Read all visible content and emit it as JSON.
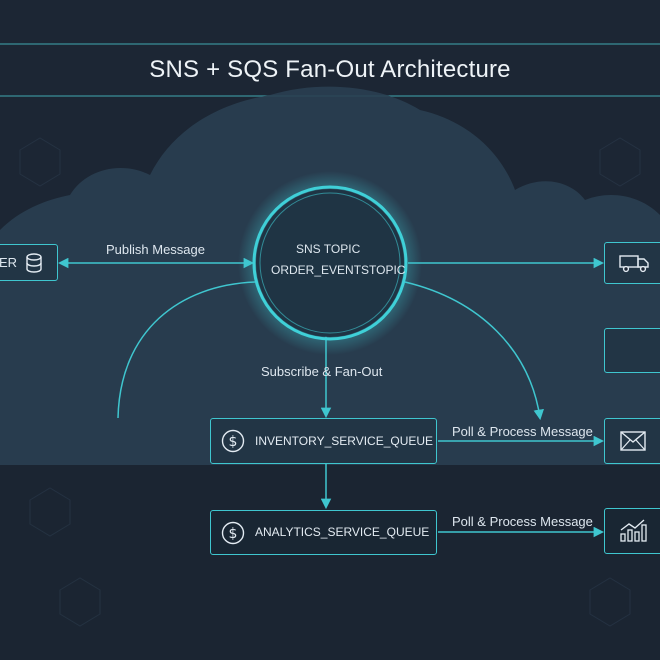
{
  "title": "SNS + SQS Fan-Out Architecture",
  "topic": {
    "line1": "SNS TOPIC",
    "line2": "ORDER_EVENTSTOPIC"
  },
  "publisher": {
    "label_fragment": "ER",
    "icon": "database-icon"
  },
  "edges": {
    "publish": "Publish Message",
    "subscribe": "Subscribe & Fan-Out",
    "poll_inventory": "Poll & Process Message",
    "poll_analytics": "Poll & Process Message"
  },
  "queues": [
    {
      "label": "INVENTORY_SERVICE_QUEUE",
      "icon": "dollar-icon"
    },
    {
      "label": "ANALYTICS_SERVICE_QUEUE",
      "icon": "dollar-icon"
    }
  ],
  "consumers": [
    {
      "icon": "delivery-truck-icon"
    },
    {
      "icon": "blank"
    },
    {
      "icon": "envelope-icon"
    },
    {
      "icon": "bar-chart-icon"
    }
  ],
  "colors": {
    "accent": "#3fc6cf",
    "background": "#1c2634",
    "cloud": "#2b4154",
    "text": "#e3ebf2"
  }
}
